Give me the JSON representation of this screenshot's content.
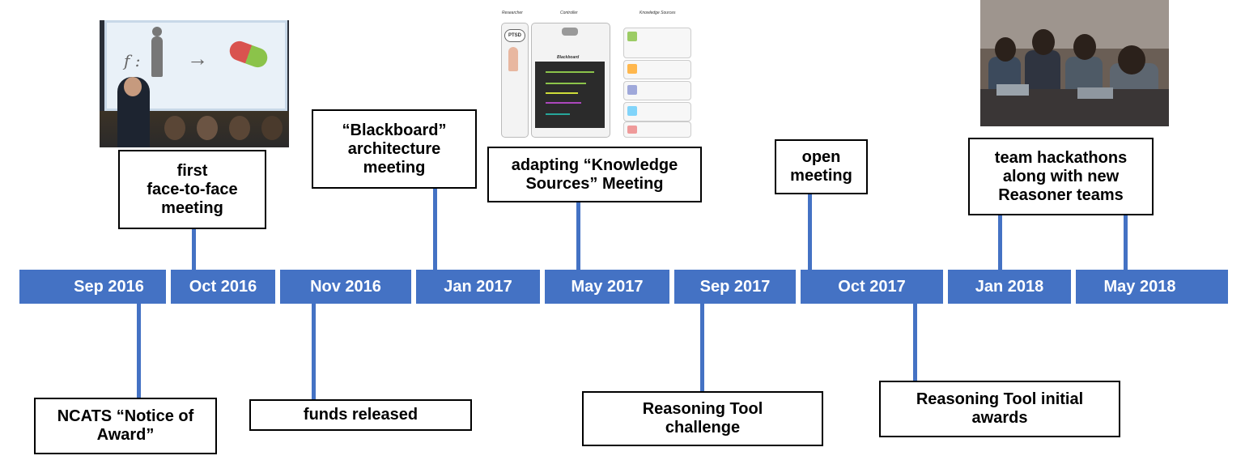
{
  "timeline": {
    "dates": [
      "Sep 2016",
      "Oct 2016",
      "Nov 2016",
      "Jan 2017",
      "May 2017",
      "Sep 2017",
      "Oct 2017",
      "Jan 2018",
      "May 2018"
    ]
  },
  "events_above": [
    {
      "lines": [
        "first",
        "face-to-face",
        "meeting"
      ]
    },
    {
      "lines": [
        "“Blackboard”",
        "architecture",
        "meeting"
      ]
    },
    {
      "lines": [
        "adapting “Knowledge",
        "Sources” Meeting"
      ]
    },
    {
      "lines": [
        "open",
        "meeting"
      ]
    },
    {
      "lines": [
        "team hackathons",
        "along with new",
        "Reasoner teams"
      ]
    }
  ],
  "events_below": [
    {
      "lines": [
        "NCATS “Notice of",
        "Award”"
      ]
    },
    {
      "lines": [
        "funds released"
      ]
    },
    {
      "lines": [
        "Reasoning Tool",
        "challenge"
      ]
    },
    {
      "lines": [
        "Reasoning Tool initial",
        "awards"
      ]
    }
  ],
  "diagram": {
    "header_researcher": "Researcher",
    "header_controller": "Controller",
    "header_knowledge_sources": "Knowledge Sources",
    "blackboard_label": "Blackboard",
    "ptsd_label": "PTSD"
  },
  "colors": {
    "timeline_blue": "#4472c4",
    "box_border": "#000000"
  }
}
